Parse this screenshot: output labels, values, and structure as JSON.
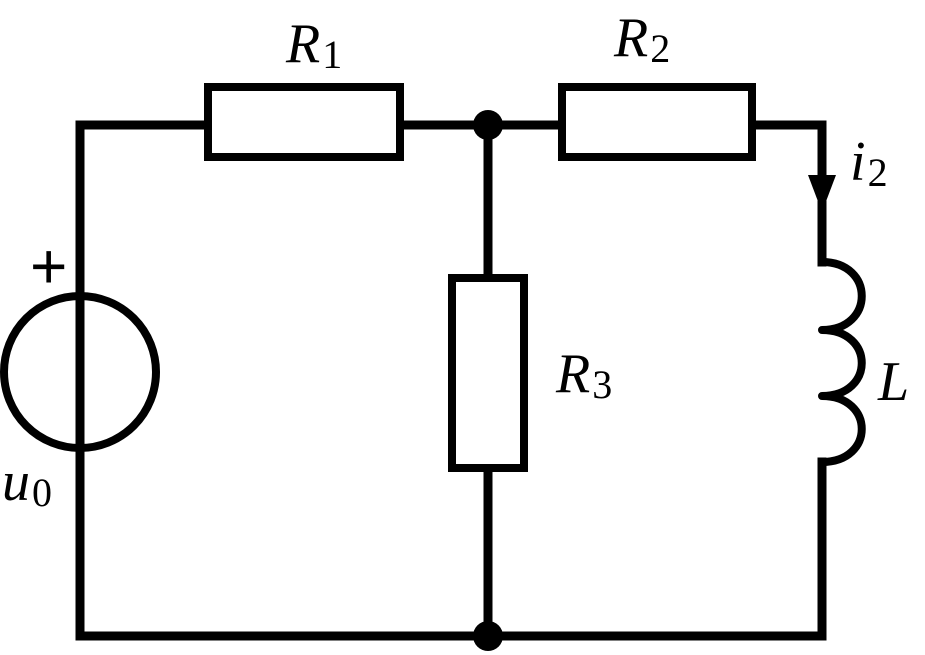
{
  "labels": {
    "r1": {
      "symbol": "R",
      "sub": "1"
    },
    "r2": {
      "symbol": "R",
      "sub": "2"
    },
    "r3": {
      "symbol": "R",
      "sub": "3"
    },
    "inductor": {
      "symbol": "L"
    },
    "current": {
      "symbol": "i",
      "sub": "2"
    },
    "source": {
      "symbol": "u",
      "sub": "0"
    },
    "polarity": "+"
  }
}
